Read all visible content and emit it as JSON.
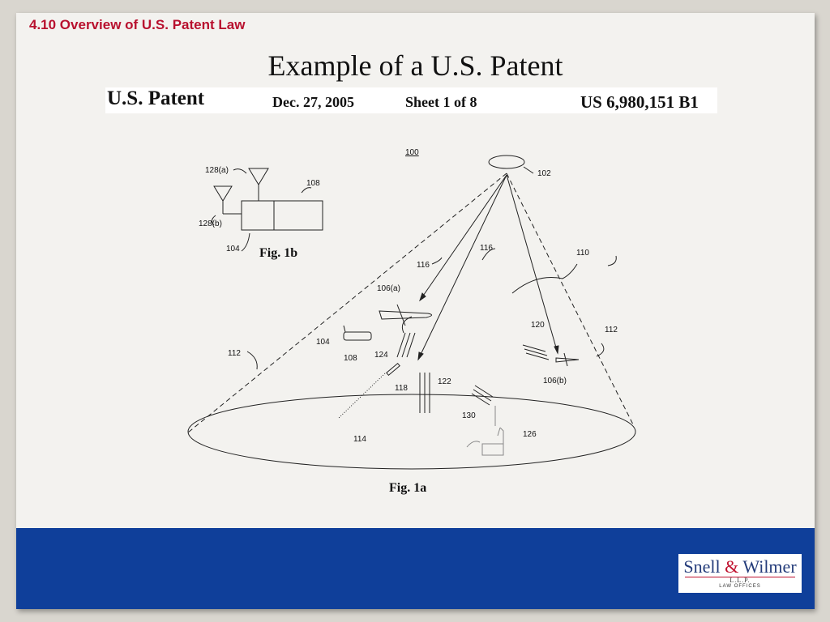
{
  "slide": {
    "section_title": "4.10 Overview of U.S. Patent Law",
    "main_title": "Example of a U.S. Patent"
  },
  "patent_header": {
    "title": "U.S. Patent",
    "date": "Dec. 27, 2005",
    "sheet": "Sheet 1 of 8",
    "number": "US 6,980,151 B1"
  },
  "figure": {
    "fig_1a_caption": "Fig. 1a",
    "fig_1b_caption": "Fig. 1b",
    "labels": {
      "l100": "100",
      "l102": "102",
      "l104": "104",
      "l104b": "104",
      "l106a": "106(a)",
      "l106b": "106(b)",
      "l108": "108",
      "l108b": "108",
      "l110": "110",
      "l112a": "112",
      "l112b": "112",
      "l114": "114",
      "l116a": "116",
      "l116b": "116",
      "l118": "118",
      "l120": "120",
      "l122": "122",
      "l124": "124",
      "l126": "126",
      "l128a": "128(a)",
      "l128b": "128(b)",
      "l130": "130"
    }
  },
  "logo": {
    "name_part1": "Snell",
    "amp": "&",
    "name_part2": "Wilmer",
    "llp": "L.L.P.",
    "offices": "LAW OFFICES"
  },
  "colors": {
    "accent_red": "#b8102e",
    "band_blue": "#0f3f9a"
  }
}
